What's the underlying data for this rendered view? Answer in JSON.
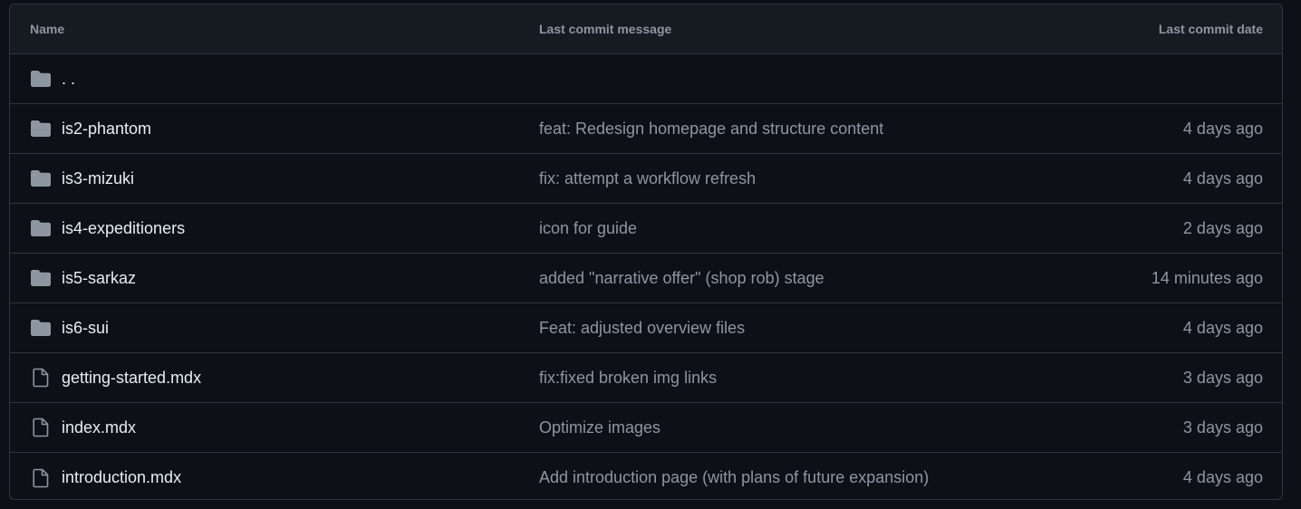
{
  "header": {
    "name": "Name",
    "message": "Last commit message",
    "date": "Last commit date"
  },
  "parent": {
    "name": ". .",
    "icon": "folder-icon"
  },
  "rows": [
    {
      "type": "dir",
      "icon": "folder-icon",
      "name": "is2-phantom",
      "message": "feat: Redesign homepage and structure content",
      "date": "4 days ago"
    },
    {
      "type": "dir",
      "icon": "folder-icon",
      "name": "is3-mizuki",
      "message": "fix: attempt a workflow refresh",
      "date": "4 days ago"
    },
    {
      "type": "dir",
      "icon": "folder-icon",
      "name": "is4-expeditioners",
      "message": "icon for guide",
      "date": "2 days ago"
    },
    {
      "type": "dir",
      "icon": "folder-icon",
      "name": "is5-sarkaz",
      "message": "added \"narrative offer\" (shop rob) stage",
      "date": "14 minutes ago"
    },
    {
      "type": "dir",
      "icon": "folder-icon",
      "name": "is6-sui",
      "message": "Feat: adjusted overview files",
      "date": "4 days ago"
    },
    {
      "type": "file",
      "icon": "file-icon",
      "name": "getting-started.mdx",
      "message": "fix:fixed broken img links",
      "date": "3 days ago"
    },
    {
      "type": "file",
      "icon": "file-icon",
      "name": "index.mdx",
      "message": "Optimize images",
      "date": "3 days ago"
    },
    {
      "type": "file",
      "icon": "file-icon",
      "name": "introduction.mdx",
      "message": "Add introduction page (with plans of future expansion)",
      "date": "4 days ago"
    }
  ],
  "colors": {
    "background": "#0d1117",
    "header_bg": "#161b22",
    "border": "#30363d",
    "muted_text": "#8d96a0",
    "primary_text": "#e6edf3",
    "folder_icon": "#8d96a0"
  }
}
